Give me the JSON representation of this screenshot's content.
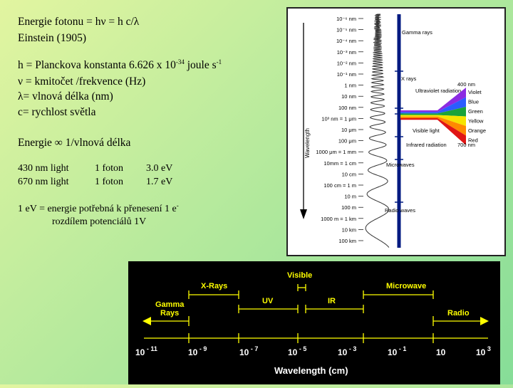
{
  "text": {
    "energy_formula": "Energie fotonu = hν = h c/λ",
    "einstein": "Einstein (1905)",
    "h_def_prefix": "h = Planckova konstanta 6.626 x 10",
    "h_exp": "-34",
    "h_unit": " joule s",
    "h_unit_exp": "-1",
    "nu_def": "ν = kmitočet /frekvence (Hz)",
    "lambda_def": "λ= vlnová délka (nm)",
    "c_def": "c= rychlost světla",
    "proportional": "Energie ∞ 1/vlnová délka",
    "table": [
      {
        "wave": "430 nm light",
        "count": "1 foton",
        "energy": "3.0 eV"
      },
      {
        "wave": "670 nm light",
        "count": "1 foton",
        "energy": "1.7 eV"
      }
    ],
    "ev_def_1": "1 eV = energie potřebná k přenesení 1 e",
    "ev_def_sup": "-",
    "ev_def_2": "rozdílem potenciálů 1V"
  },
  "spectrum_image": {
    "scale_labels": [
      "10⁻⁶ nm",
      "10⁻⁵ nm",
      "10⁻⁴ nm",
      "10⁻³ nm",
      "10⁻² nm",
      "10⁻¹ nm",
      "1 nm",
      "10 nm",
      "100 nm",
      "10³ nm = 1 μm",
      "10 μm",
      "100 μm",
      "1000 μm = 1 mm",
      "10mm = 1 cm",
      "10 cm",
      "100 cm = 1 m",
      "10 m",
      "100 m",
      "1000 m = 1 km",
      "10 km",
      "100 km"
    ],
    "axis_label": "Wavelength",
    "band_labels": [
      "Gamma rays",
      "X rays",
      "Ultraviolet radiation",
      "Visible light",
      "Infrared radiation",
      "Microwaves",
      "Radio waves"
    ],
    "visible_top": "400 nm",
    "visible_bottom": "700 nm",
    "colors": [
      "Violet",
      "Blue",
      "Green",
      "Yellow",
      "Orange",
      "Red"
    ],
    "color_hex": [
      "#8b2be2",
      "#2b5cff",
      "#1aa33a",
      "#f5e400",
      "#ff8a00",
      "#e01515"
    ]
  },
  "wavelength_bar": {
    "ticks": [
      "10",
      "10",
      "10",
      "10",
      "10",
      "10",
      "10",
      "10"
    ],
    "exponents": [
      "- 11",
      "- 9",
      "- 7",
      "- 5",
      "- 3",
      "- 1",
      "",
      "3"
    ],
    "axis_title": "Wavelength (cm)",
    "bands": [
      "Gamma Rays",
      "X-Rays",
      "UV",
      "Visible",
      "IR",
      "Microwave",
      "Radio"
    ],
    "gamma_line1": "Gamma",
    "gamma_line2": "Rays"
  }
}
